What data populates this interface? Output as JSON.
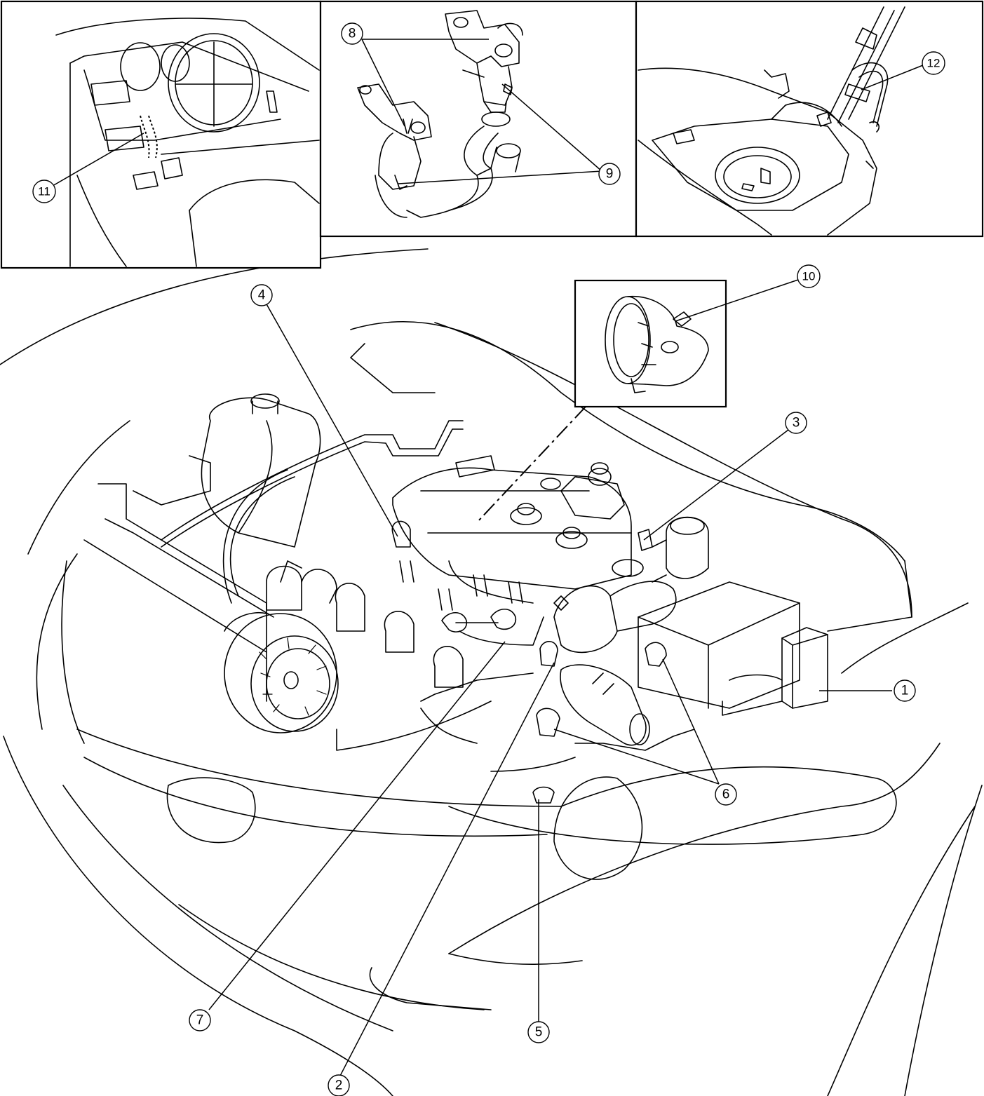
{
  "figure": {
    "callouts": [
      {
        "id": "c1",
        "label": "1"
      },
      {
        "id": "c2",
        "label": "2"
      },
      {
        "id": "c3",
        "label": "3"
      },
      {
        "id": "c4",
        "label": "4"
      },
      {
        "id": "c5",
        "label": "5"
      },
      {
        "id": "c6",
        "label": "6"
      },
      {
        "id": "c7",
        "label": "7"
      },
      {
        "id": "c8",
        "label": "8"
      },
      {
        "id": "c9",
        "label": "9"
      },
      {
        "id": "c10",
        "label": "10"
      },
      {
        "id": "c11",
        "label": "11"
      },
      {
        "id": "c12",
        "label": "12"
      }
    ],
    "insets": [
      {
        "id": "inset-dashboard",
        "icon": "dashboard-interior-icon"
      },
      {
        "id": "inset-exhaust",
        "icon": "exhaust-manifold-catalyst-icon"
      },
      {
        "id": "inset-fuel-tank",
        "icon": "fuel-tank-underbody-icon"
      },
      {
        "id": "inset-ac-compressor",
        "icon": "ac-compressor-icon"
      }
    ]
  }
}
